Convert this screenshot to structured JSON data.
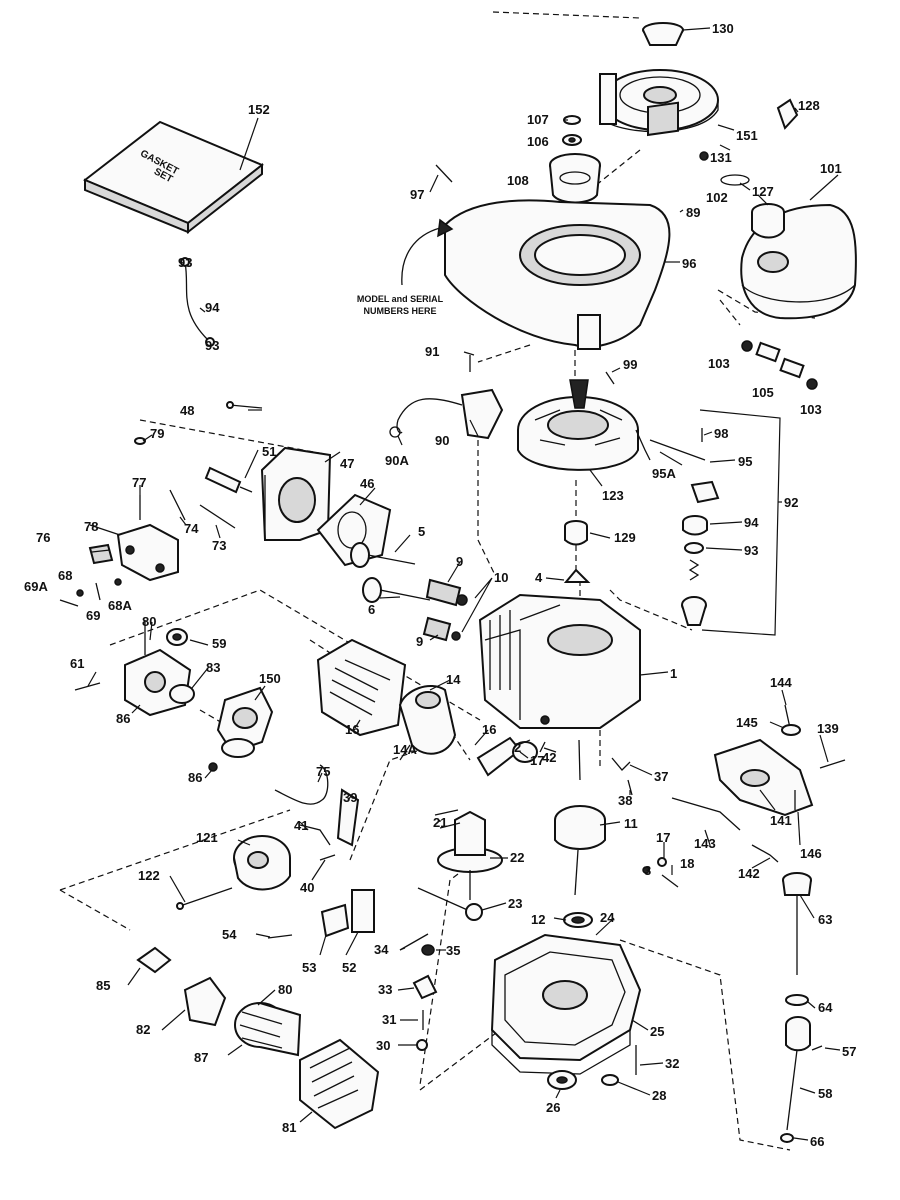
{
  "diagram": {
    "gasket_set_text": [
      "GASKET",
      "SET"
    ],
    "note_lines": [
      "MODEL and SERIAL",
      "NUMBERS HERE"
    ],
    "callouts": [
      {
        "id": "130",
        "text": "130"
      },
      {
        "id": "152",
        "text": "152"
      },
      {
        "id": "128",
        "text": "128"
      },
      {
        "id": "107",
        "text": "107"
      },
      {
        "id": "106",
        "text": "106"
      },
      {
        "id": "151",
        "text": "151"
      },
      {
        "id": "131",
        "text": "131"
      },
      {
        "id": "101",
        "text": "101"
      },
      {
        "id": "127",
        "text": "127"
      },
      {
        "id": "102",
        "text": "102"
      },
      {
        "id": "108",
        "text": "108"
      },
      {
        "id": "97",
        "text": "97"
      },
      {
        "id": "89",
        "text": "89"
      },
      {
        "id": "96",
        "text": "96"
      },
      {
        "id": "93top",
        "text": "93"
      },
      {
        "id": "94top",
        "text": "94"
      },
      {
        "id": "93bot",
        "text": "93"
      },
      {
        "id": "103a",
        "text": "103"
      },
      {
        "id": "105",
        "text": "105"
      },
      {
        "id": "103b",
        "text": "103"
      },
      {
        "id": "91",
        "text": "91"
      },
      {
        "id": "99",
        "text": "99"
      },
      {
        "id": "48",
        "text": "48"
      },
      {
        "id": "79",
        "text": "79"
      },
      {
        "id": "51",
        "text": "51"
      },
      {
        "id": "47",
        "text": "47"
      },
      {
        "id": "90",
        "text": "90"
      },
      {
        "id": "90A",
        "text": "90A"
      },
      {
        "id": "98",
        "text": "98"
      },
      {
        "id": "95A",
        "text": "95A"
      },
      {
        "id": "95",
        "text": "95"
      },
      {
        "id": "92",
        "text": "92"
      },
      {
        "id": "46",
        "text": "46"
      },
      {
        "id": "77",
        "text": "77"
      },
      {
        "id": "74",
        "text": "74"
      },
      {
        "id": "78",
        "text": "78"
      },
      {
        "id": "73",
        "text": "73"
      },
      {
        "id": "76",
        "text": "76"
      },
      {
        "id": "123",
        "text": "123"
      },
      {
        "id": "5",
        "text": "5"
      },
      {
        "id": "94mid",
        "text": "94"
      },
      {
        "id": "129",
        "text": "129"
      },
      {
        "id": "93mid",
        "text": "93"
      },
      {
        "id": "69A",
        "text": "69A"
      },
      {
        "id": "68",
        "text": "68"
      },
      {
        "id": "69",
        "text": "69"
      },
      {
        "id": "68A",
        "text": "68A"
      },
      {
        "id": "9a",
        "text": "9"
      },
      {
        "id": "10",
        "text": "10"
      },
      {
        "id": "4",
        "text": "4"
      },
      {
        "id": "6",
        "text": "6"
      },
      {
        "id": "9b",
        "text": "9"
      },
      {
        "id": "80top",
        "text": "80"
      },
      {
        "id": "59",
        "text": "59"
      },
      {
        "id": "61",
        "text": "61"
      },
      {
        "id": "83",
        "text": "83"
      },
      {
        "id": "150",
        "text": "150"
      },
      {
        "id": "1",
        "text": "1"
      },
      {
        "id": "14",
        "text": "14"
      },
      {
        "id": "86a",
        "text": "86"
      },
      {
        "id": "144",
        "text": "144"
      },
      {
        "id": "16a",
        "text": "16"
      },
      {
        "id": "145",
        "text": "145"
      },
      {
        "id": "139",
        "text": "139"
      },
      {
        "id": "16b",
        "text": "16"
      },
      {
        "id": "14A",
        "text": "14A"
      },
      {
        "id": "2",
        "text": "2"
      },
      {
        "id": "17a",
        "text": "17"
      },
      {
        "id": "42",
        "text": "42"
      },
      {
        "id": "86b",
        "text": "86"
      },
      {
        "id": "37",
        "text": "37"
      },
      {
        "id": "75",
        "text": "75"
      },
      {
        "id": "38",
        "text": "38"
      },
      {
        "id": "39",
        "text": "39"
      },
      {
        "id": "141",
        "text": "141"
      },
      {
        "id": "41",
        "text": "41"
      },
      {
        "id": "21",
        "text": "21"
      },
      {
        "id": "11",
        "text": "11"
      },
      {
        "id": "143",
        "text": "143"
      },
      {
        "id": "146",
        "text": "146"
      },
      {
        "id": "121",
        "text": "121"
      },
      {
        "id": "17b",
        "text": "17"
      },
      {
        "id": "22",
        "text": "22"
      },
      {
        "id": "3",
        "text": "3"
      },
      {
        "id": "18",
        "text": "18"
      },
      {
        "id": "142",
        "text": "142"
      },
      {
        "id": "40",
        "text": "40"
      },
      {
        "id": "122",
        "text": "122"
      },
      {
        "id": "23",
        "text": "23"
      },
      {
        "id": "63",
        "text": "63"
      },
      {
        "id": "12",
        "text": "12"
      },
      {
        "id": "24",
        "text": "24"
      },
      {
        "id": "54",
        "text": "54"
      },
      {
        "id": "34",
        "text": "34"
      },
      {
        "id": "35",
        "text": "35"
      },
      {
        "id": "53",
        "text": "53"
      },
      {
        "id": "52",
        "text": "52"
      },
      {
        "id": "85",
        "text": "85"
      },
      {
        "id": "33",
        "text": "33"
      },
      {
        "id": "80bot",
        "text": "80"
      },
      {
        "id": "64",
        "text": "64"
      },
      {
        "id": "82",
        "text": "82"
      },
      {
        "id": "31",
        "text": "31"
      },
      {
        "id": "25",
        "text": "25"
      },
      {
        "id": "87",
        "text": "87"
      },
      {
        "id": "57",
        "text": "57"
      },
      {
        "id": "30",
        "text": "30"
      },
      {
        "id": "32",
        "text": "32"
      },
      {
        "id": "58",
        "text": "58"
      },
      {
        "id": "26",
        "text": "26"
      },
      {
        "id": "28",
        "text": "28"
      },
      {
        "id": "81",
        "text": "81"
      },
      {
        "id": "66",
        "text": "66"
      }
    ]
  }
}
